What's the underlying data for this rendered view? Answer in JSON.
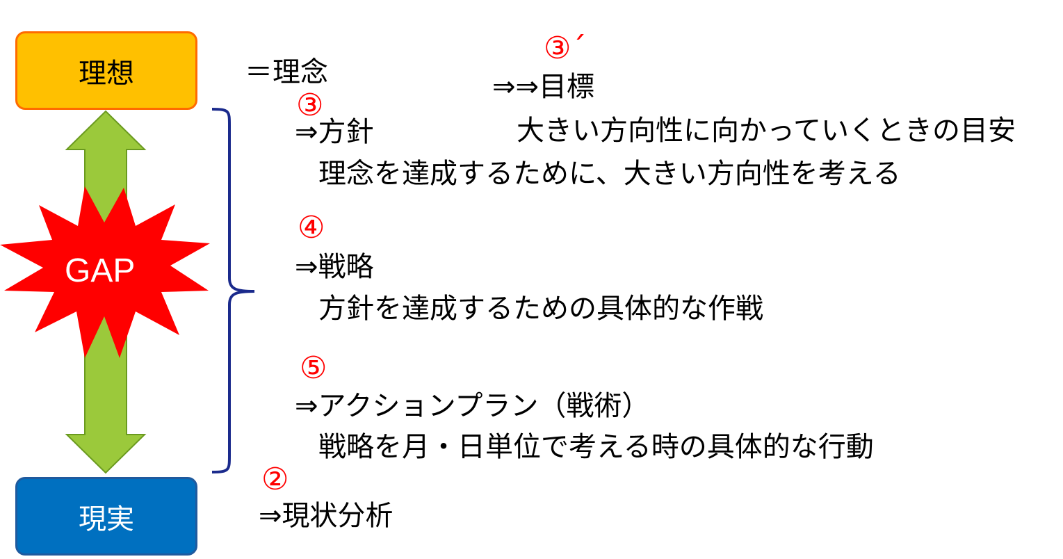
{
  "boxes": {
    "ideal": "理想",
    "reality": "現実"
  },
  "gap_label": "GAP",
  "items": {
    "philosophy": "＝理念",
    "goal_number": "③´",
    "goal_heading": "⇒⇒目標",
    "goal_desc": "大きい方向性に向かっていくときの目安",
    "policy_number": "③",
    "policy_heading": "⇒方針",
    "policy_desc": "理念を達成するために、大きい方向性を考える",
    "strategy_number": "④",
    "strategy_heading": "⇒戦略",
    "strategy_desc": "方針を達成するための具体的な作戦",
    "action_number": "⑤",
    "action_heading": "⇒アクションプラン（戦術）",
    "action_desc": "戦略を月・日単位で考える時の具体的な行動",
    "analysis_number": "②",
    "analysis_heading": "⇒現状分析"
  },
  "colors": {
    "ideal_fill": "#ffc000",
    "ideal_border": "#ff6a00",
    "reality_fill": "#0070c0",
    "arrow_fill": "#9bc93b",
    "arrow_border": "#6a9a1f",
    "burst_fill": "#ff0000",
    "brace": "#1a2a8c",
    "number_color": "#ff0000"
  }
}
